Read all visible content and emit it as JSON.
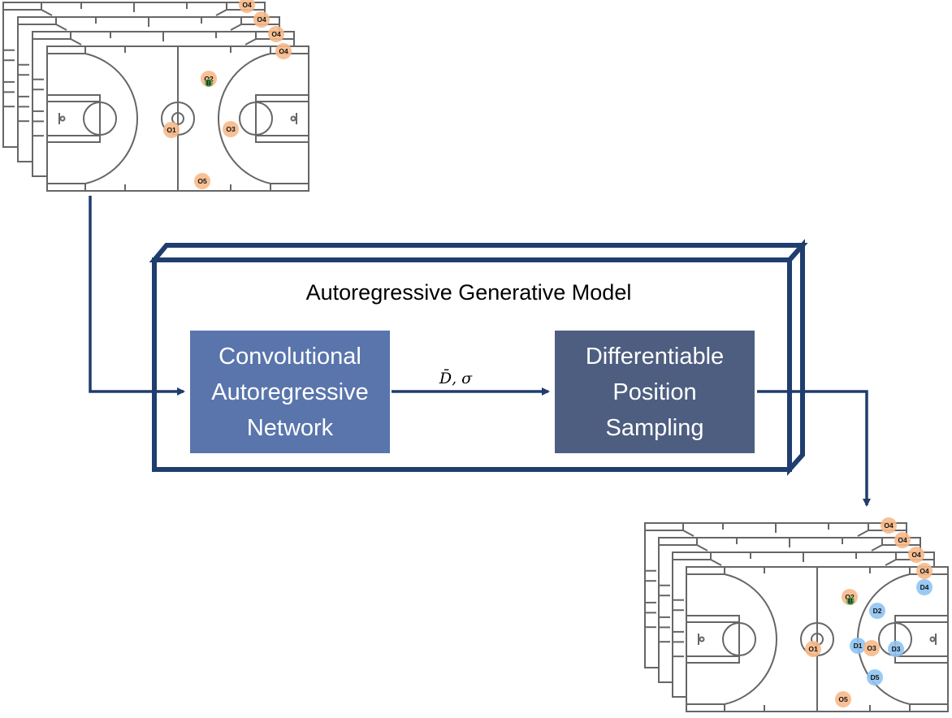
{
  "diagram": {
    "model_title": "Autoregressive Generative Model",
    "blocks": [
      {
        "id": "cnn",
        "lines": [
          "Convolutional",
          "Autoregressive",
          "Network"
        ],
        "color": "#5975AC"
      },
      {
        "id": "sampler",
        "lines": [
          "Differentiable",
          "Position",
          "Sampling"
        ],
        "color": "#4D5E80"
      }
    ],
    "edge_label": "D̄, σ",
    "colors": {
      "frame": "#1F3D6E",
      "arrow": "#1F3D6E",
      "court_line": "#666666",
      "offense": "#F7B98A",
      "defense": "#8EC4F2",
      "ball": "#4FA84F"
    }
  },
  "input_court": {
    "stack_depth": 4,
    "top_labels": [
      "O4",
      "O4",
      "O4"
    ],
    "players": [
      {
        "label": "O4",
        "team": "offense"
      },
      {
        "label": "O2",
        "team": "offense"
      },
      {
        "label": "B",
        "team": "ball"
      },
      {
        "label": "O1",
        "team": "offense"
      },
      {
        "label": "O3",
        "team": "offense"
      },
      {
        "label": "O5",
        "team": "offense"
      }
    ]
  },
  "output_court": {
    "stack_depth": 4,
    "top_labels": [
      "O4",
      "O4",
      "O4"
    ],
    "players": [
      {
        "label": "O4",
        "team": "offense"
      },
      {
        "label": "D4",
        "team": "defense"
      },
      {
        "label": "O2",
        "team": "offense"
      },
      {
        "label": "B",
        "team": "ball"
      },
      {
        "label": "D2",
        "team": "defense"
      },
      {
        "label": "D1",
        "team": "defense"
      },
      {
        "label": "O3",
        "team": "offense"
      },
      {
        "label": "D3",
        "team": "defense"
      },
      {
        "label": "O1",
        "team": "offense"
      },
      {
        "label": "D5",
        "team": "defense"
      },
      {
        "label": "O5",
        "team": "offense"
      }
    ]
  }
}
